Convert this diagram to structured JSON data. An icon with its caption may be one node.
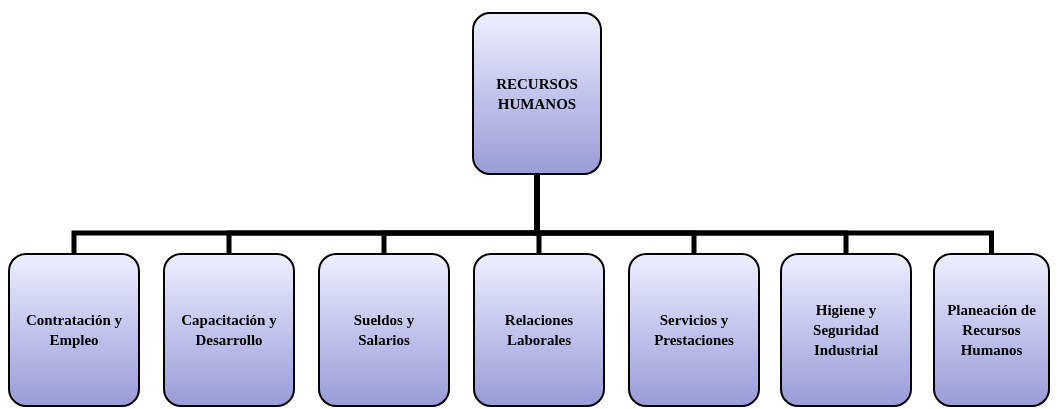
{
  "diagram": {
    "nodes": [
      {
        "text": [
          "RECURSOS HUMANOS"
        ]
      },
      {
        "text": [
          "Contratación y Empleo"
        ]
      },
      {
        "text": [
          "Capacitación y Desarrollo"
        ]
      },
      {
        "text": [
          "Sueldos y Salarios"
        ]
      },
      {
        "text": [
          "Relaciones Laborales"
        ]
      },
      {
        "text": [
          "Servicios y Prestaciones"
        ]
      },
      {
        "text": [
          "Higiene y Seguridad Industrial"
        ]
      },
      {
        "text": [
          "Planeación de Recursos Humanos"
        ]
      }
    ],
    "edges": [
      {
        "from": 0,
        "to": 1,
        "arrow": "none"
      },
      {
        "from": 0,
        "to": 2,
        "arrow": "none"
      },
      {
        "from": 0,
        "to": 3,
        "arrow": "none"
      },
      {
        "from": 0,
        "to": 4,
        "arrow": "none"
      },
      {
        "from": 0,
        "to": 5,
        "arrow": "none"
      },
      {
        "from": 0,
        "to": 6,
        "arrow": "none"
      },
      {
        "from": 0,
        "to": 7,
        "arrow": "none"
      }
    ]
  }
}
